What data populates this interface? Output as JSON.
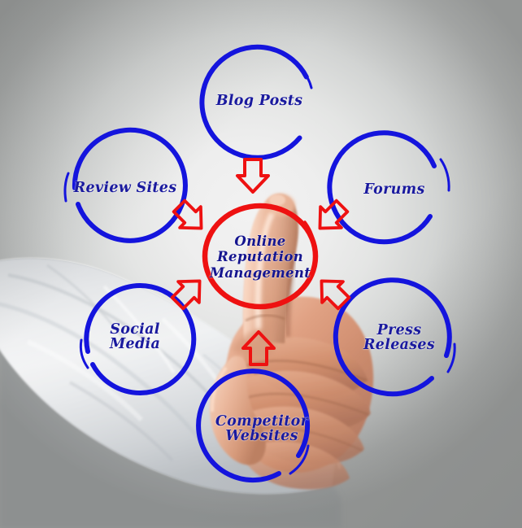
{
  "diagram": {
    "title": "Online Reputation Management concept diagram",
    "center": {
      "id": "online-reputation-management",
      "label": "Online\nReputation\nManagement",
      "ring_color": "#ee1111",
      "text_color": "#15158f"
    },
    "nodes": [
      {
        "id": "blog-posts",
        "label": "Blog Posts",
        "ring_color": "#1414dd",
        "text_color": "#1a1a9e"
      },
      {
        "id": "forums",
        "label": "Forums",
        "ring_color": "#1414dd",
        "text_color": "#1a1a9e"
      },
      {
        "id": "press-releases",
        "label": "Press Releases",
        "ring_color": "#1414dd",
        "text_color": "#1a1a9e"
      },
      {
        "id": "competitor-websites",
        "label": "Competitor\nWebsites",
        "ring_color": "#1414dd",
        "text_color": "#1a1a9e"
      },
      {
        "id": "social-media",
        "label": "Social\nMedia",
        "ring_color": "#1414dd",
        "text_color": "#1a1a9e"
      },
      {
        "id": "review-sites",
        "label": "Review Sites",
        "ring_color": "#1414dd",
        "text_color": "#1a1a9e"
      }
    ],
    "arrows": [
      {
        "id": "arrow-from-blog-posts",
        "direction": "down",
        "color": "#ee1111"
      },
      {
        "id": "arrow-from-review-sites",
        "direction": "down-right",
        "color": "#ee1111"
      },
      {
        "id": "arrow-from-forums",
        "direction": "down-left",
        "color": "#ee1111"
      },
      {
        "id": "arrow-from-social-media",
        "direction": "up-right",
        "color": "#ee1111"
      },
      {
        "id": "arrow-from-press-releases",
        "direction": "up-left",
        "color": "#ee1111"
      },
      {
        "id": "arrow-from-competitor-websites",
        "direction": "up",
        "color": "#ee1111"
      }
    ],
    "photo": {
      "subject": "hand-pointing",
      "description": "Hand in white shirt sleeve with index finger pointing up at the center circle"
    },
    "background": {
      "center_color": "#f2f2f2",
      "corner_color": "#949695"
    }
  }
}
